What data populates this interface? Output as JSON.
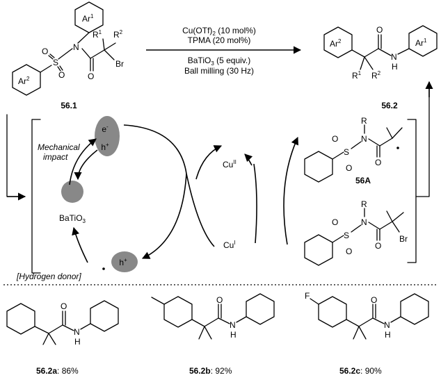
{
  "reaction": {
    "conditions": [
      "Cu(OTf)",
      "TPMA (20 mol%)",
      "BaTiO",
      "Ball milling (30 Hz)"
    ],
    "cond1_sub": "2",
    "cond1_tail": " (10 mol%)",
    "cond3_sub": "3",
    "cond3_tail": " (5 equiv.)",
    "reactant_label": "56.1",
    "product_label": "56.2"
  },
  "atoms": {
    "S": "S",
    "O": "O",
    "N": "N",
    "H": "H",
    "Br": "Br",
    "R": "R",
    "Ar": "Ar",
    "one": "1",
    "two": "2"
  },
  "cycle": {
    "e_minus": "e",
    "minus": "-",
    "h_plus": "h",
    "plus": "+",
    "mechanical": "Mechanical",
    "impact": "impact",
    "batio": "BaTiO",
    "batio_sub": "3",
    "hydrogen_donor": "[Hydrogen donor]",
    "cu2": "Cu",
    "cu2_sup": "II",
    "cu1": "Cu",
    "cu1_sup": "I",
    "intermediate_label": "56A"
  },
  "products": [
    {
      "id": "56.2a",
      "yield": ": 86%"
    },
    {
      "id": "56.2b",
      "yield": ": 92%"
    },
    {
      "id": "56.2c",
      "yield": ": 90%",
      "substituent": "F"
    }
  ],
  "colors": {
    "oval_fill": "#888888",
    "line": "#000000"
  }
}
